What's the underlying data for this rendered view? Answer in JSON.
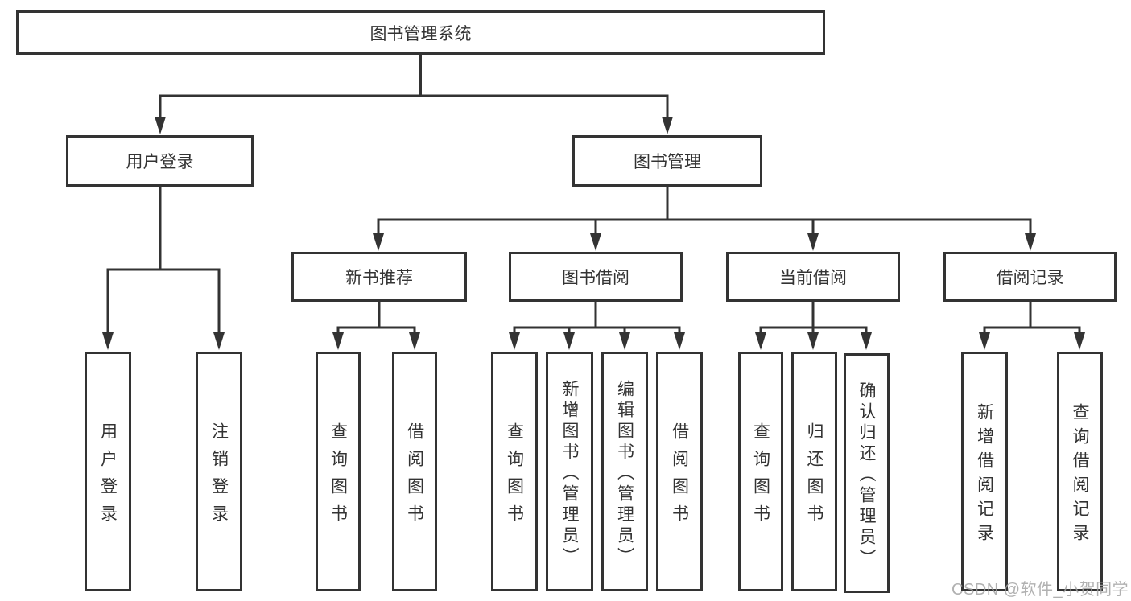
{
  "tree": {
    "label": "图书管理系统",
    "children": [
      {
        "label": "用户登录",
        "children": [
          {
            "label": "用户登录"
          },
          {
            "label": "注销登录"
          }
        ]
      },
      {
        "label": "图书管理",
        "children": [
          {
            "label": "新书推荐",
            "children": [
              {
                "label": "查询图书"
              },
              {
                "label": "借阅图书"
              }
            ]
          },
          {
            "label": "图书借阅",
            "children": [
              {
                "label": "查询图书"
              },
              {
                "label": "新增图书（管理员）"
              },
              {
                "label": "编辑图书（管理员）"
              },
              {
                "label": "借阅图书"
              }
            ]
          },
          {
            "label": "当前借阅",
            "children": [
              {
                "label": "查询图书"
              },
              {
                "label": "归还图书"
              },
              {
                "label": "确认归还（管理员）"
              }
            ]
          },
          {
            "label": "借阅记录",
            "children": [
              {
                "label": "新增借阅记录"
              },
              {
                "label": "查询借阅记录"
              }
            ]
          }
        ]
      }
    ]
  },
  "watermark": {
    "text": "CSDN @软件_小贺同学"
  },
  "colors": {
    "line": "#333333",
    "text": "#333333",
    "box_background": "#ffffff",
    "page_background": "#ffffff",
    "watermark": "#a3a3a3"
  }
}
